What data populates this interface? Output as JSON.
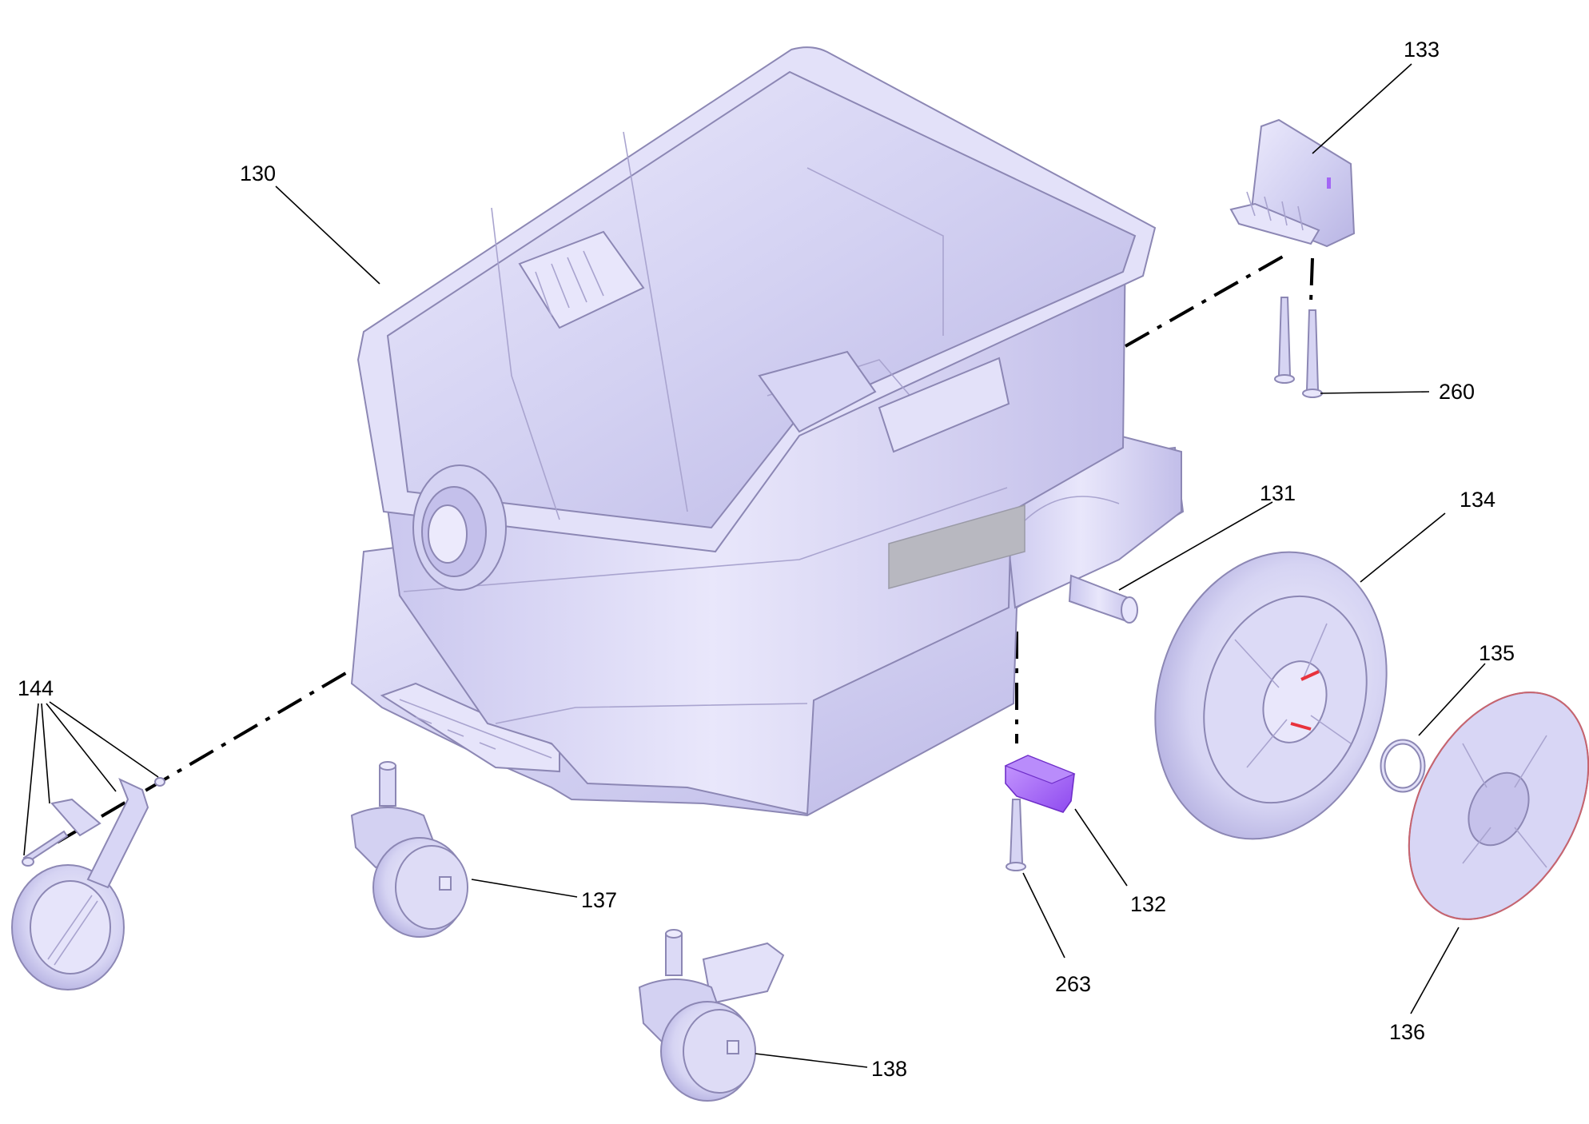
{
  "diagram": {
    "callouts": [
      {
        "id": "130",
        "text": "130"
      },
      {
        "id": "131",
        "text": "131"
      },
      {
        "id": "132",
        "text": "132"
      },
      {
        "id": "133",
        "text": "133"
      },
      {
        "id": "134",
        "text": "134"
      },
      {
        "id": "135",
        "text": "135"
      },
      {
        "id": "136",
        "text": "136"
      },
      {
        "id": "137",
        "text": "137"
      },
      {
        "id": "138",
        "text": "138"
      },
      {
        "id": "144",
        "text": "144"
      },
      {
        "id": "260",
        "text": "260"
      },
      {
        "id": "263",
        "text": "263"
      }
    ],
    "colors": {
      "part_fill": "#d3d1f2",
      "part_light": "#eceafc",
      "part_shade": "#b9b5e4",
      "highlight_part": "#a366f5",
      "label_plate": "#b8b8c0",
      "accent_marks": "#e8323c",
      "leader_lines": "#000000"
    }
  }
}
